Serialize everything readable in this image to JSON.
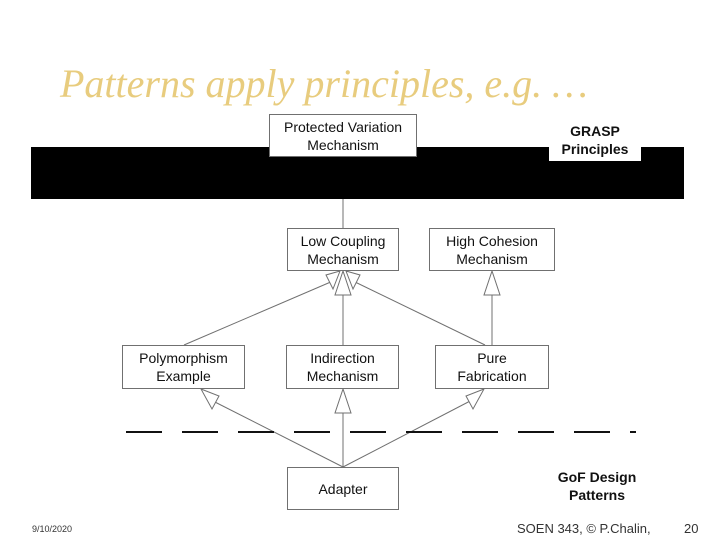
{
  "slide": {
    "title": "Patterns apply principles, e.g. …",
    "date": "9/10/2020",
    "credit": "SOEN 343, © P.Chalin,",
    "page": "20"
  },
  "labels": {
    "grasp": [
      "GRASP",
      "Principles"
    ],
    "gof": [
      "GoF Design",
      "Patterns"
    ]
  },
  "nodes": {
    "protected_variation": [
      "Protected Variation",
      "Mechanism"
    ],
    "low_coupling": [
      "Low Coupling",
      "Mechanism"
    ],
    "high_cohesion": [
      "High Cohesion",
      "Mechanism"
    ],
    "polymorphism": [
      "Polymorphism",
      "Example"
    ],
    "indirection": [
      "Indirection",
      "Mechanism"
    ],
    "pure_fabrication": [
      "Pure",
      "Fabrication"
    ],
    "adapter": [
      "Adapter"
    ]
  },
  "relations": [
    {
      "from": "low_coupling",
      "to": "protected_variation",
      "kind": "line"
    },
    {
      "from": "polymorphism",
      "to": "low_coupling",
      "kind": "generalization"
    },
    {
      "from": "indirection",
      "to": "low_coupling",
      "kind": "generalization"
    },
    {
      "from": "pure_fabrication",
      "to": "low_coupling",
      "kind": "generalization"
    },
    {
      "from": "pure_fabrication",
      "to": "high_cohesion",
      "kind": "generalization"
    },
    {
      "from": "adapter",
      "to": "polymorphism",
      "kind": "generalization"
    },
    {
      "from": "adapter",
      "to": "indirection",
      "kind": "generalization"
    },
    {
      "from": "adapter",
      "to": "pure_fabrication",
      "kind": "generalization"
    }
  ],
  "colors": {
    "title": "#e8cc7e",
    "band": "#000000",
    "box_border": "#707070",
    "lines": "#707070"
  }
}
